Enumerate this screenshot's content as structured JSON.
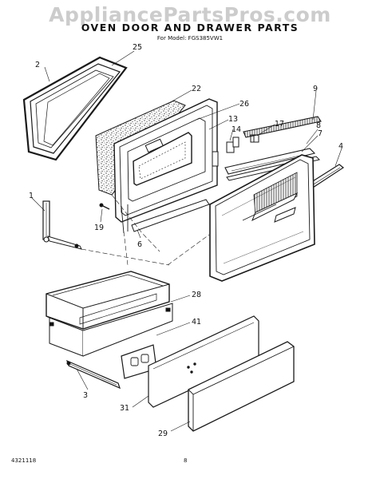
{
  "watermark": "AppliancePartsPros.com",
  "title": "OVEN DOOR AND DRAWER PARTS",
  "subtitle": "For Model: FGS385VW1",
  "footer": {
    "code": "4321118",
    "page": "8"
  },
  "callouts": [
    "2",
    "25",
    "22",
    "26",
    "9",
    "13",
    "14",
    "17",
    "8",
    "7",
    "4",
    "1",
    "19",
    "6",
    "28",
    "41",
    "3",
    "31",
    "29"
  ],
  "colors": {
    "line": "#1a1a1a",
    "watermark": "#bbbbbb"
  }
}
